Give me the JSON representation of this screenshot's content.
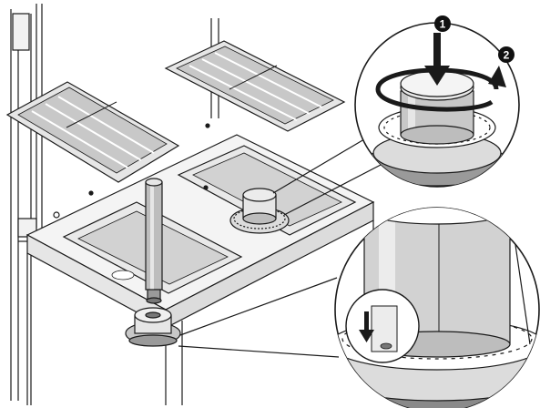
{
  "figure": {
    "callouts": [
      {
        "number": "1",
        "action": "press-down"
      },
      {
        "number": "2",
        "action": "rotate"
      }
    ],
    "colors": {
      "outline": "#1a1a1a",
      "light_gray": "#e6e6e6",
      "mid_gray": "#c8c8c8",
      "dark_gray": "#8a8a8a",
      "badge_fill": "#111111",
      "badge_text": "#ffffff"
    },
    "icons": [
      "press-down-arrow-icon",
      "rotate-arrow-icon",
      "downward-arrow-icon"
    ]
  }
}
